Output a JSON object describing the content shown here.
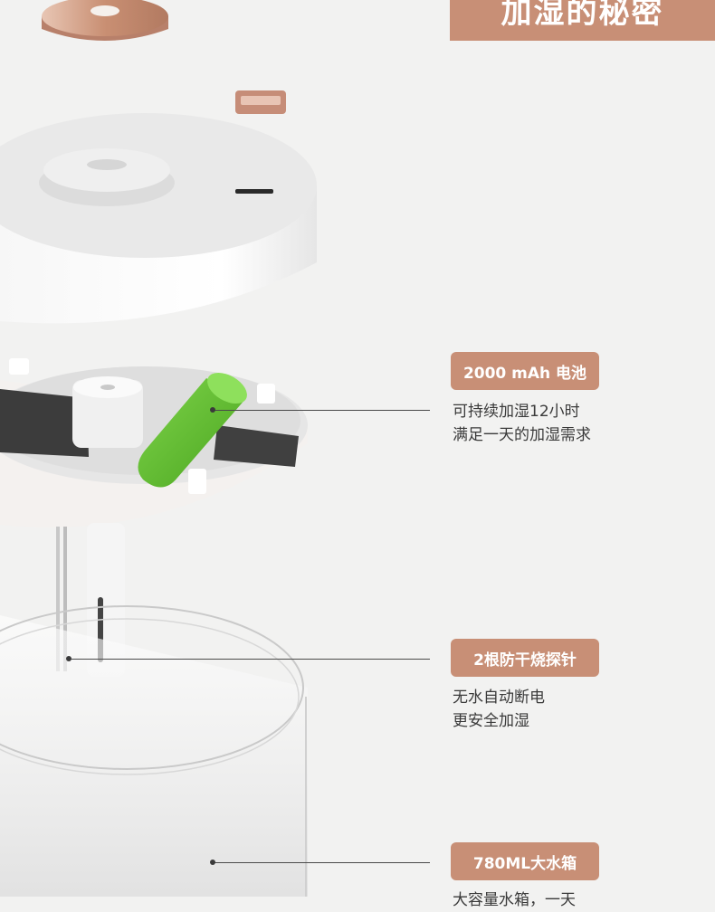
{
  "banner": {
    "title": "加湿的秘密"
  },
  "features": [
    {
      "label": "2000 mAh 电池",
      "lines": [
        "可持续加湿12小时",
        "满足一天的加湿需求"
      ]
    },
    {
      "label": "2根防干烧探针",
      "lines": [
        "无水自动断电",
        "更安全加湿"
      ]
    },
    {
      "label": "780ML大水箱",
      "lines": [
        "大容量水箱，一天"
      ]
    }
  ],
  "colors": {
    "accent": "#c88f76",
    "background": "#f2f2f1",
    "battery": "#5fbf2a"
  }
}
